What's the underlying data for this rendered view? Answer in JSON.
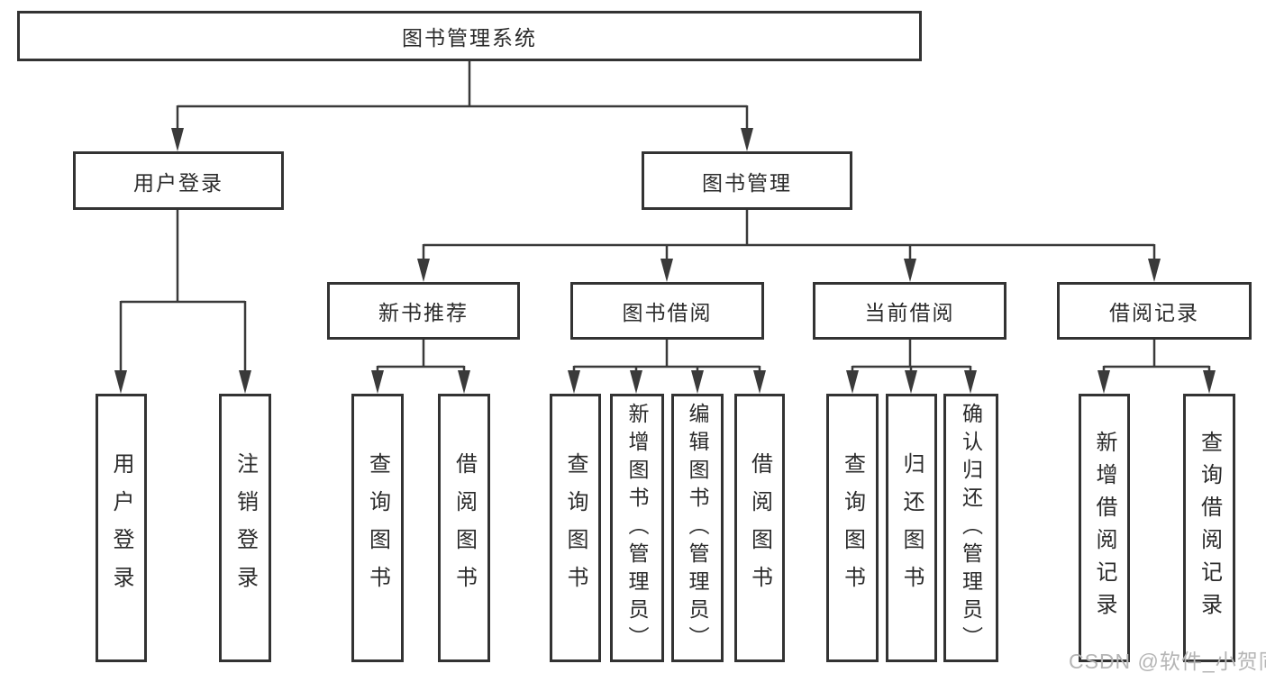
{
  "diagram": {
    "root": {
      "label": "图书管理系统"
    },
    "branches": [
      {
        "label": "用户登录",
        "children": [
          {
            "label": "用户登录"
          },
          {
            "label": "注销登录"
          }
        ]
      },
      {
        "label": "图书管理",
        "children": [
          {
            "label": "新书推荐",
            "children": [
              {
                "label": "查询图书"
              },
              {
                "label": "借阅图书"
              }
            ]
          },
          {
            "label": "图书借阅",
            "children": [
              {
                "label": "查询图书"
              },
              {
                "label": "新增图书（管理员）"
              },
              {
                "label": "编辑图书（管理员）"
              },
              {
                "label": "借阅图书"
              }
            ]
          },
          {
            "label": "当前借阅",
            "children": [
              {
                "label": "查询图书"
              },
              {
                "label": "归还图书"
              },
              {
                "label": "确认归还（管理员）"
              }
            ]
          },
          {
            "label": "借阅记录",
            "children": [
              {
                "label": "新增借阅记录"
              },
              {
                "label": "查询借阅记录"
              }
            ]
          }
        ]
      }
    ]
  },
  "watermark": {
    "text": "CSDN @软件_小贺同学"
  },
  "colors": {
    "line": "#3a3a3a",
    "box_border": "#333333",
    "box_background": "#ffffff",
    "text": "#2b2b2b",
    "watermark": "#b5b5b5"
  }
}
